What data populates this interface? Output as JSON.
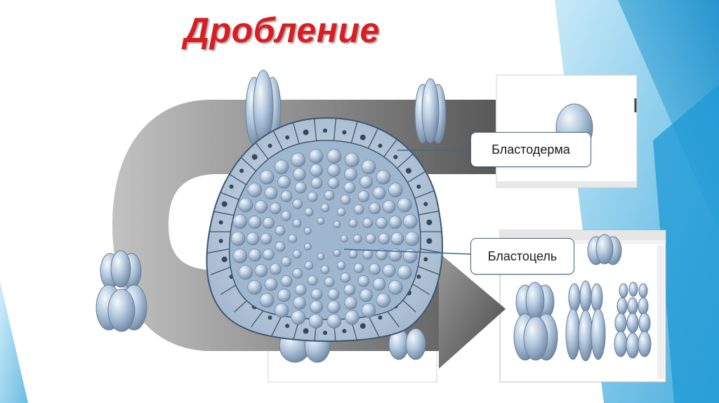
{
  "slide": {
    "title": "Дробление",
    "labels": {
      "blastoderm": "Бластодерма",
      "blastocoel": "Бластоцель"
    }
  },
  "colors": {
    "title": "#d91d22",
    "cell_fill": "#a9bfd6",
    "cell_stroke": "#4a5f78",
    "arrow_gray": "#8a8a8a",
    "accent_blue": "#2fa8e0",
    "callout_border": "#3d6b88"
  }
}
